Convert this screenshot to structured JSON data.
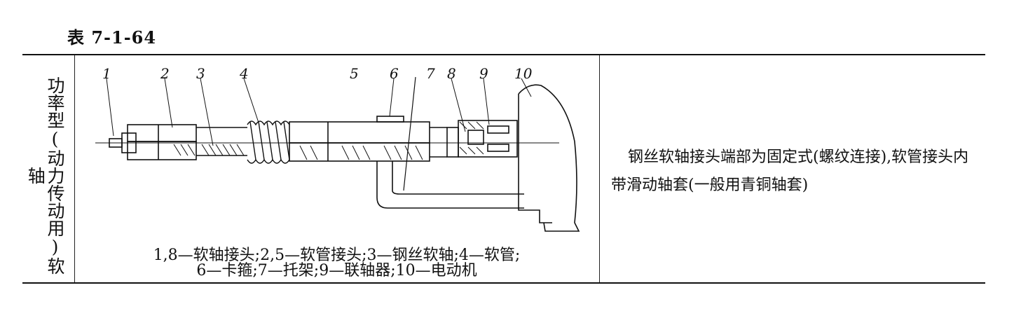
{
  "table": {
    "caption": "表 7-1-64",
    "category": "功率型(动力传动用)软轴",
    "figure": {
      "part_numbers": [
        "1",
        "2",
        "3",
        "4",
        "5",
        "6",
        "7",
        "8",
        "9",
        "10"
      ],
      "legend_line1": "1,8—软轴接头;2,5—软管接头;3—钢丝软轴;4—软管;",
      "legend_line2": "6—卡箍;7—托架;9—联轴器;10—电动机"
    },
    "description": "钢丝软轴接头端部为固定式(螺纹连接),软管接头内带滑动轴套(一般用青铜轴套)"
  }
}
